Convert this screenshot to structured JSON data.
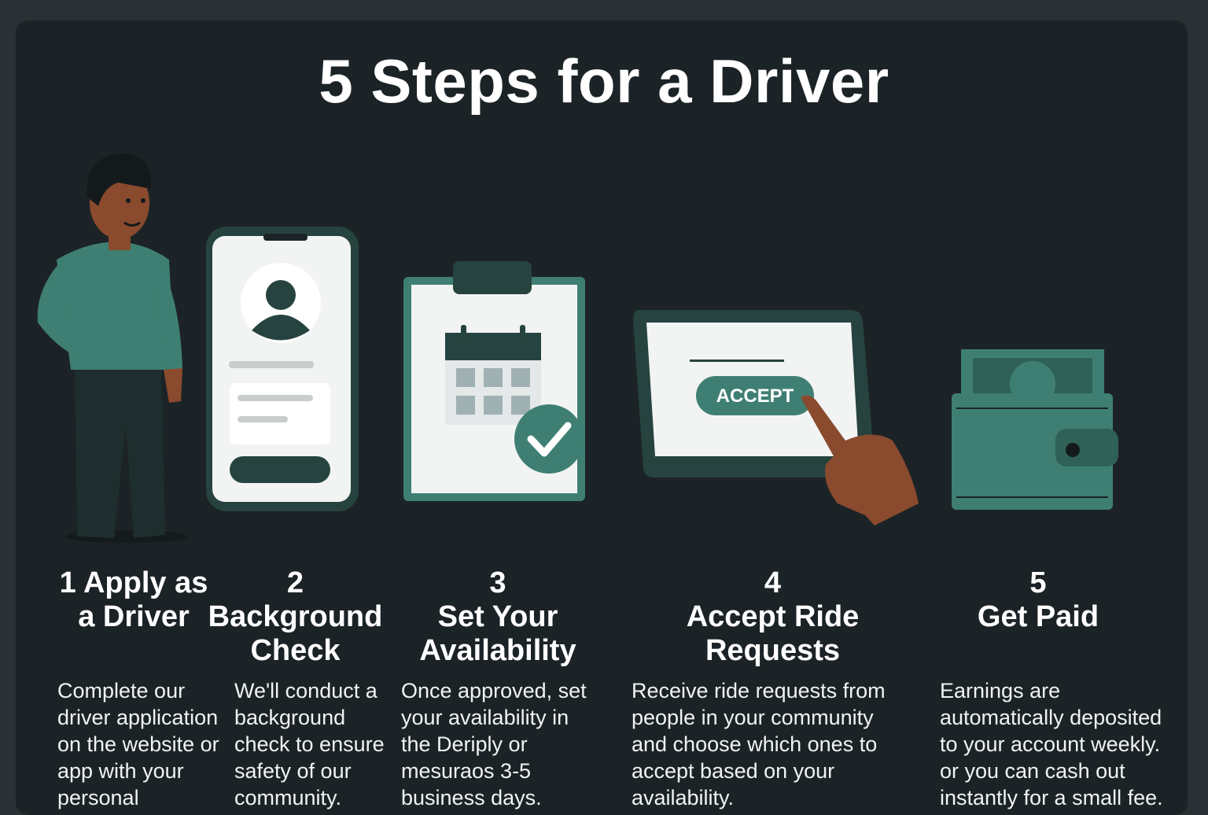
{
  "title": "5 Steps for a Driver",
  "colors": {
    "background": "#1c2326",
    "accent_teal": "#3f7f73",
    "dark_teal": "#26433f",
    "skin": "#8a4a2e",
    "card_white": "#f2f3f3"
  },
  "accept_button_label": "ACCEPT",
  "steps": [
    {
      "number": "1",
      "title": "Apply as a Driver",
      "description": "Complete our driver application on the website or app with your personal",
      "icon": "person-icon"
    },
    {
      "number": "2",
      "title": "Background Check",
      "description": "We'll conduct a background check to ensure safety of our community.",
      "icon": "phone-profile-icon"
    },
    {
      "number": "3",
      "title": "Set Your Availability",
      "description": "Once approved, set your availability in the Deriply or mesuraos 3-5 business days.",
      "icon": "calendar-clipboard-icon"
    },
    {
      "number": "4",
      "title": "Accept Ride Requests",
      "description": "Receive ride requests from people in your community and choose which ones to accept based on your availability.",
      "icon": "tablet-accept-icon"
    },
    {
      "number": "5",
      "title": "Get Paid",
      "description": "Earnings are automatically deposited to your account weekly. or you can cash out instantly for a small fee.",
      "icon": "wallet-icon"
    }
  ]
}
